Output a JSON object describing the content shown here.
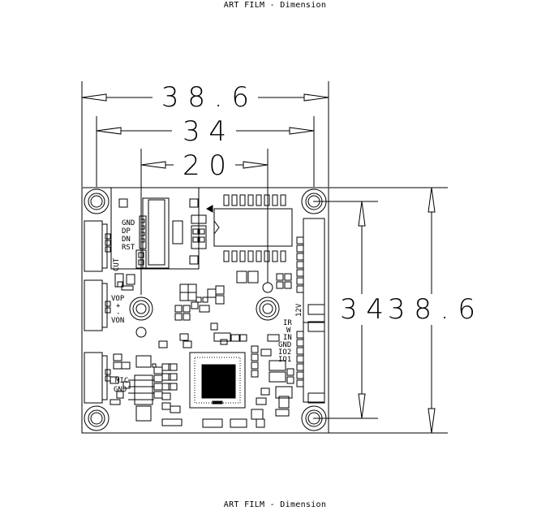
{
  "header": {
    "caption": "ART FILM - Dimension"
  },
  "footer": {
    "caption": "ART FILM - Dimension"
  },
  "dimensions": {
    "width_outer": "38.6",
    "width_hole": "34",
    "width_inner": "20",
    "height_hole": "34",
    "height_outer": "38.6"
  },
  "labels": {
    "gnd": "GND",
    "dp": "DP",
    "dn": "DN",
    "rst": "RST",
    "cut": "CUT",
    "vop": "VOP",
    "plus": "+",
    "minus": "-",
    "von": "VON",
    "mic": "MIC",
    "gnd2": "GND",
    "v12": "12V",
    "ir": "IR",
    "w": "W",
    "in": "IN",
    "gnd3": "GND",
    "io2": "IO2",
    "io1": "IO1"
  }
}
